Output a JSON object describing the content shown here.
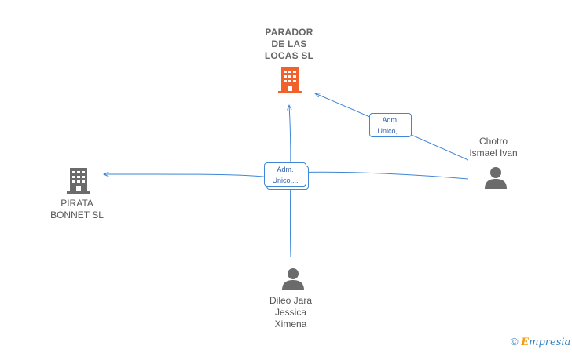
{
  "nodes": {
    "parador": {
      "lines": [
        "PARADOR",
        "DE LAS",
        "LOCAS  SL"
      ],
      "icon": "building-icon",
      "color": "#f0612b"
    },
    "pirata": {
      "lines": [
        "PIRATA",
        "BONNET  SL"
      ],
      "icon": "building-icon",
      "color": "#6b6b6b"
    },
    "chotro": {
      "lines": [
        "Chotro",
        "Ismael Ivan"
      ],
      "icon": "person-icon",
      "color": "#6b6b6b"
    },
    "dileo": {
      "lines": [
        "Dileo Jara",
        "Jessica",
        "Ximena"
      ],
      "icon": "person-icon",
      "color": "#6b6b6b"
    }
  },
  "edges": {
    "center": {
      "lines": [
        "Adm.",
        "Unico,..."
      ]
    },
    "right": {
      "lines": [
        "Adm.",
        "Unico,..."
      ]
    }
  },
  "colors": {
    "edge": "#3f86d6",
    "company_primary": "#f0612b",
    "company_secondary": "#6b6b6b"
  },
  "footer": {
    "copyright": "©",
    "brand_initial": "E",
    "brand_rest": "mpresia"
  }
}
